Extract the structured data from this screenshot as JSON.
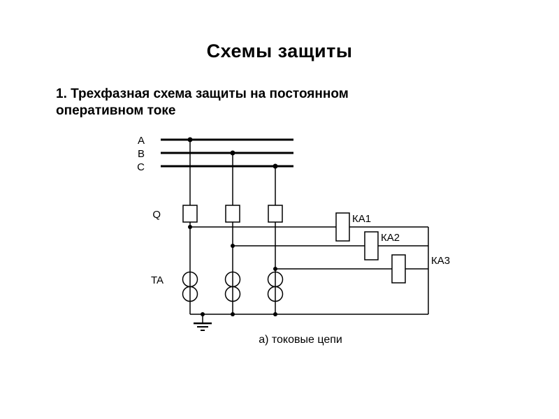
{
  "slide": {
    "title": "Схемы защиты",
    "subtitle_line1": "1. Трехфазная схема защиты на постоянном",
    "subtitle_line2": "оперативном токе",
    "caption": "а) токовые цепи"
  },
  "diagram": {
    "phase_labels": [
      "A",
      "B",
      "C"
    ],
    "breaker_label": "Q",
    "ct_label": "TA",
    "relay_labels": [
      "КА1",
      "КА2",
      "КА3"
    ],
    "colors": {
      "line": "#000000",
      "background": "#ffffff",
      "text": "#000000"
    }
  }
}
